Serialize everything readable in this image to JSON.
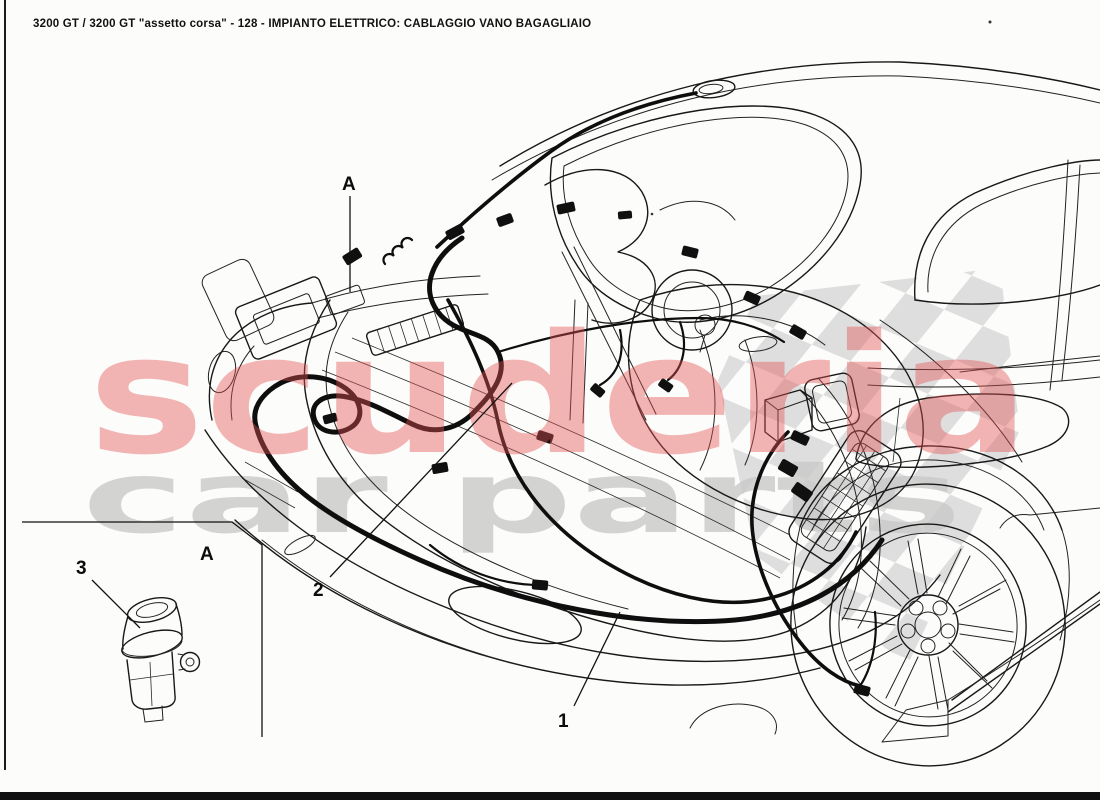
{
  "header": {
    "title": "3200 GT / 3200 GT \"assetto corsa\" - 128 - IMPIANTO ELETTRICO: CABLAGGIO VANO BAGAGLIAIO"
  },
  "watermark": {
    "word_primary": "scuderia",
    "word_secondary": "car parts",
    "color_primary": "#e25252",
    "color_secondary": "#c9c9c9"
  },
  "callouts": {
    "detail_marker": "A",
    "inset_marker": "A",
    "item_1": "1",
    "item_2": "2",
    "item_3": "3"
  },
  "colors": {
    "line": "#181818",
    "checker": "#dcdcdc",
    "border": "#101010"
  }
}
